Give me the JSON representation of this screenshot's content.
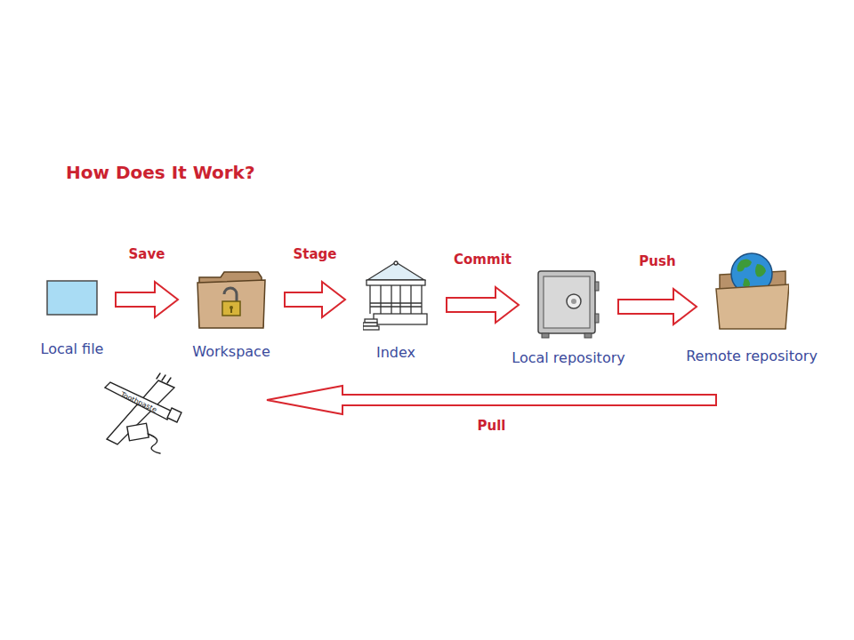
{
  "diagram": {
    "title": "How Does It Work?",
    "nodes": [
      {
        "text": [
          "Local file"
        ]
      },
      {
        "text": [
          "Workspace"
        ]
      },
      {
        "text": [
          "Index"
        ]
      },
      {
        "text": [
          "Local repository"
        ]
      },
      {
        "text": [
          "Remote repository"
        ]
      }
    ],
    "edges": [
      {
        "from": 0,
        "to": 1,
        "arrow": "to",
        "label": "Save"
      },
      {
        "from": 1,
        "to": 2,
        "arrow": "to",
        "label": "Stage"
      },
      {
        "from": 2,
        "to": 3,
        "arrow": "to",
        "label": "Commit"
      },
      {
        "from": 3,
        "to": 4,
        "arrow": "to",
        "label": "Push"
      },
      {
        "from": 4,
        "to": 1,
        "arrow": "to",
        "label": "Pull"
      }
    ],
    "labels": [
      "Toothpaste"
    ]
  }
}
